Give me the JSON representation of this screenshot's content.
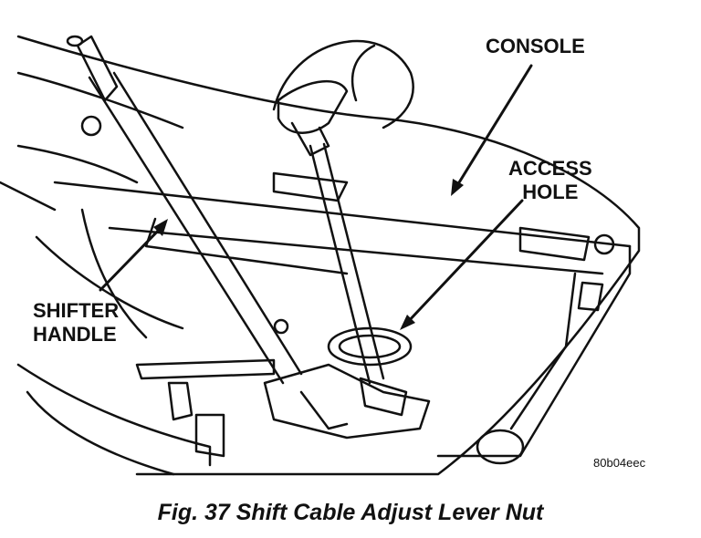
{
  "labels": {
    "console": "CONSOLE",
    "access_hole_line1": "ACCESS",
    "access_hole_line2": "HOLE",
    "shifter_line1": "SHIFTER",
    "shifter_line2": "HANDLE"
  },
  "figure_code": "80b04eec",
  "caption": "Fig. 37 Shift Cable Adjust Lever Nut",
  "colors": {
    "ink": "#111111",
    "paper": "#ffffff"
  }
}
